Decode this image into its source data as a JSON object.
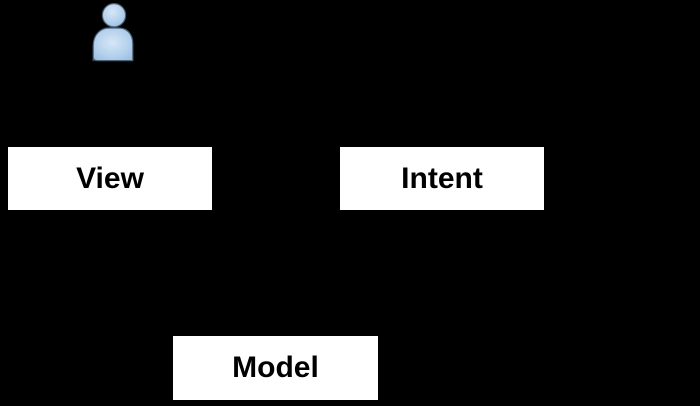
{
  "diagram": {
    "background_color": "#000000",
    "node_style": {
      "fill": "#ffffff",
      "text_color": "#000000"
    },
    "nodes": [
      {
        "id": "view",
        "label": "View"
      },
      {
        "id": "intent",
        "label": "Intent"
      },
      {
        "id": "model",
        "label": "Model"
      }
    ],
    "actor": {
      "icon": "user-icon",
      "fill_light": "#d6e7f6",
      "fill_mid": "#b2cfeb",
      "fill_dark": "#8fb6de",
      "stroke": "#4a6278"
    }
  }
}
